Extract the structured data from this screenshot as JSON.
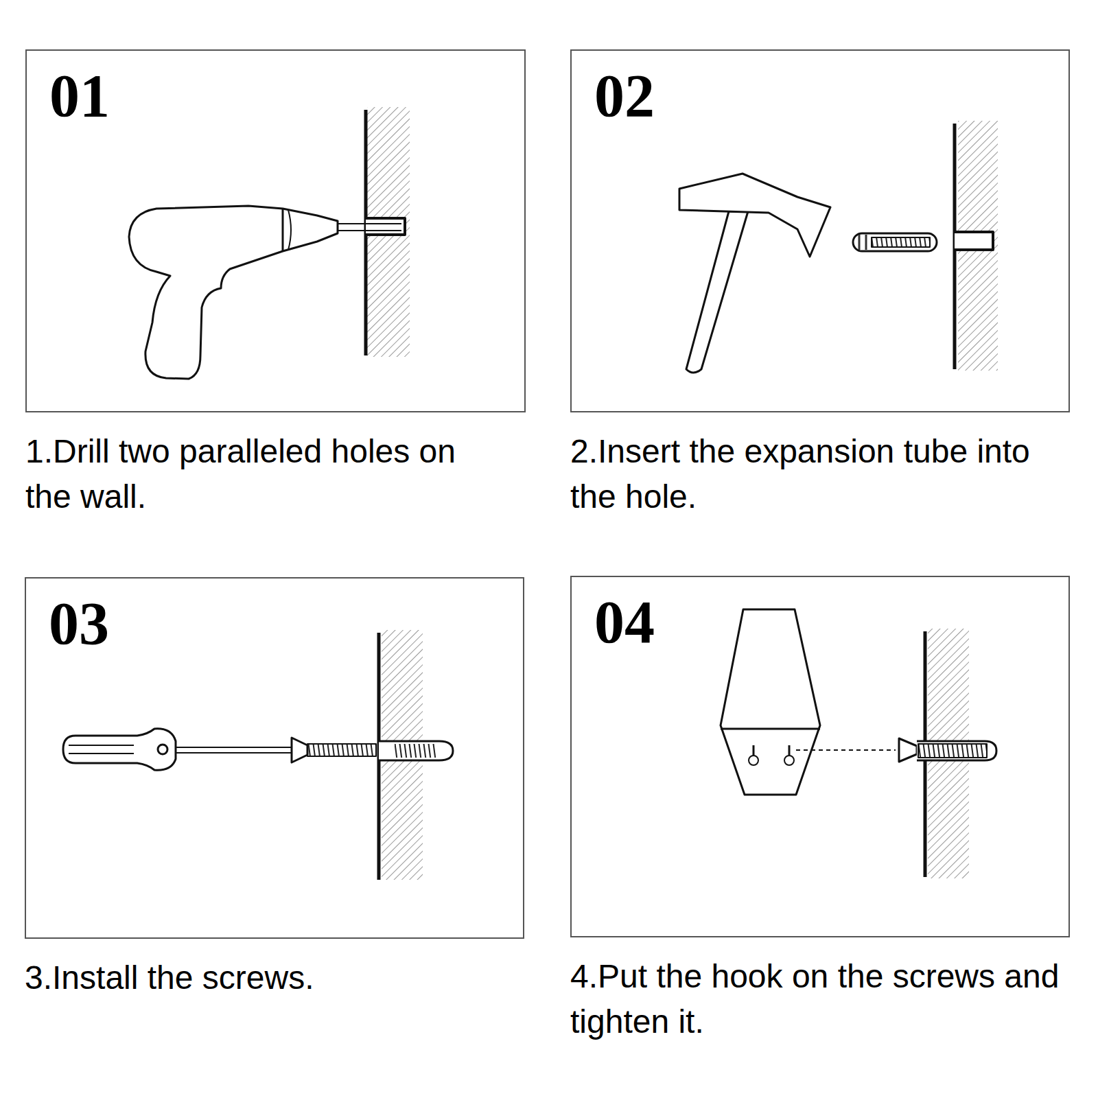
{
  "diagram": {
    "nodes": [
      {
        "text": [
          "01",
          "1.Drill two paralleled holes on the wall."
        ]
      },
      {
        "text": [
          "02",
          "2.Insert the expansion tube into the hole."
        ]
      },
      {
        "text": [
          "03",
          "3.Install the screws."
        ]
      },
      {
        "text": [
          "04",
          "4.Put the hook on the screws and tighten it."
        ]
      }
    ]
  }
}
